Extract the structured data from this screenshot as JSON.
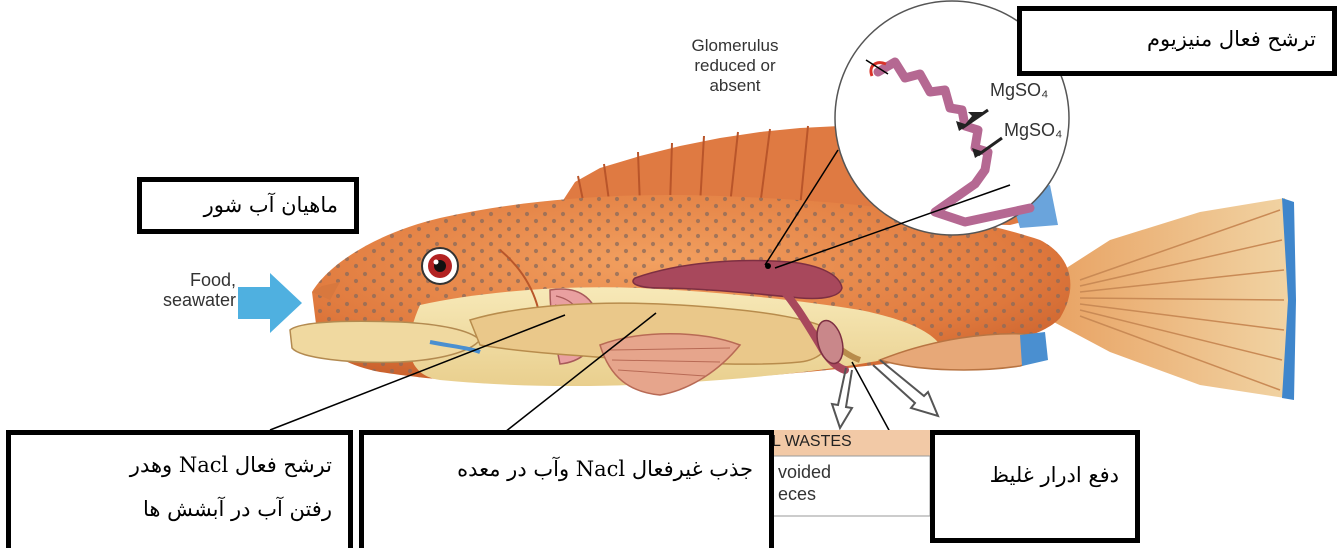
{
  "labels": {
    "glomerulus_line1": "Glomerulus",
    "glomerulus_line2": "reduced or",
    "glomerulus_line3": "absent",
    "mgso4_1": "MgSO₄",
    "mgso4_2": "MgSO₄",
    "food_line1": "Food,",
    "food_line2": "seawater",
    "wastes_heading": "L WASTES",
    "wastes_line1": "voided",
    "wastes_line2": "eces"
  },
  "boxes": {
    "magnesium": "ترشح فعال منیزیوم",
    "saltwater_fish": "ماهیان آب شور",
    "gills_line1": "ترشح فعال Nacl وهدر",
    "gills_line2": "رفتن آب در آبشش ها",
    "stomach": "جذب غیرفعال Nacl وآب در معده",
    "urine": "دفع ادرار غلیظ"
  },
  "colors": {
    "fish_body": "#e8894a",
    "belly": "#f3e2a8",
    "fin_tips": "#4a8fd0",
    "kidney": "#a8485c",
    "arrow_blue": "#4fb0e0",
    "wastes_band": "#f2c9a6"
  }
}
